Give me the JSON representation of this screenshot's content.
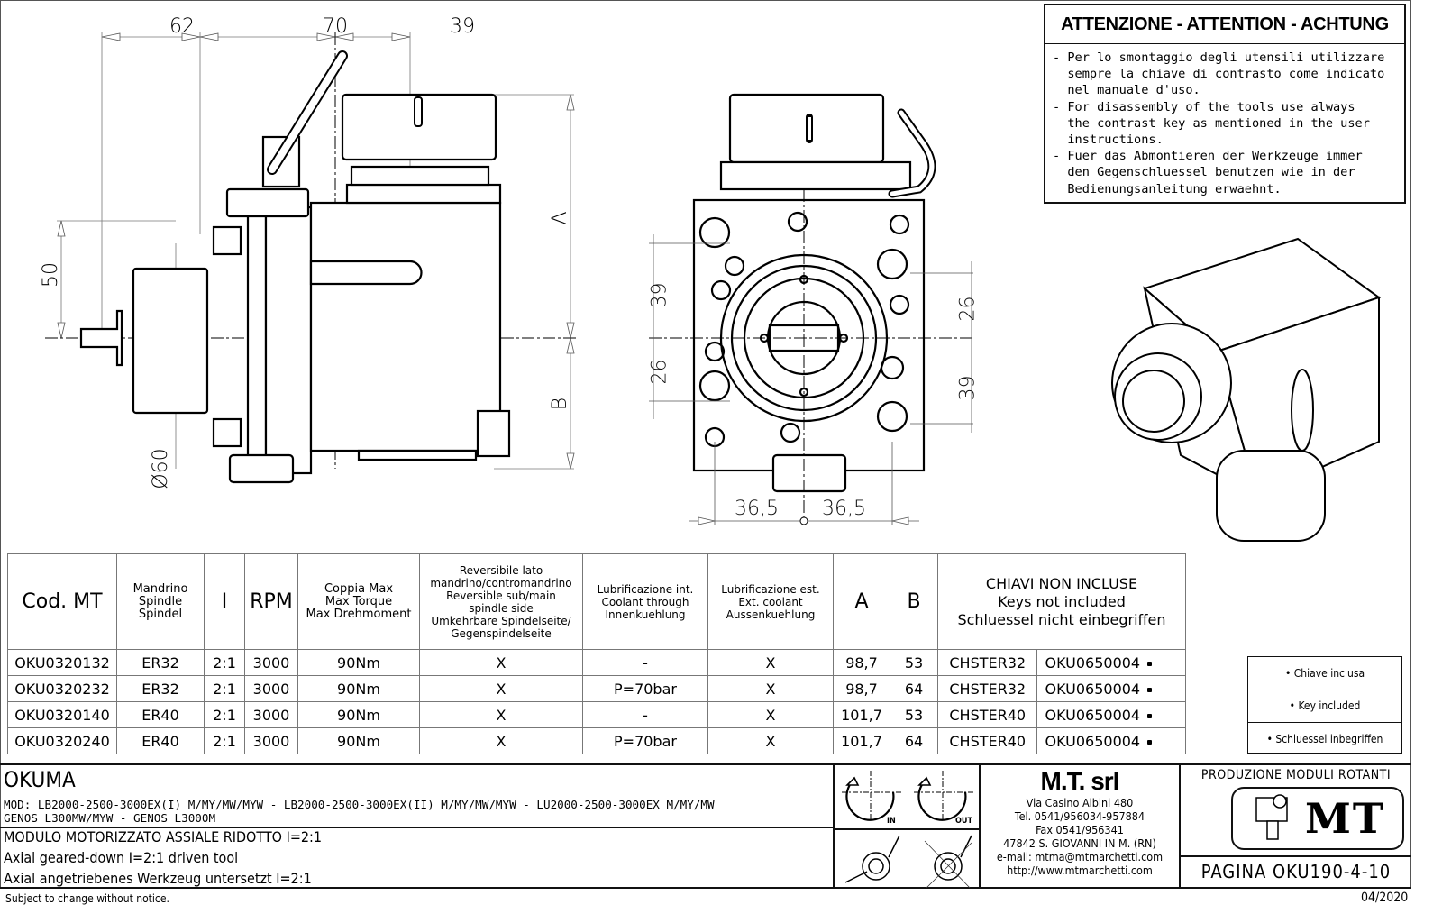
{
  "warning": {
    "title": "ATTENZIONE - ATTENTION - ACHTUNG",
    "lines": [
      "- Per lo smontaggio degli utensili utilizzare",
      "  sempre la chiave di contrasto come indicato",
      "  nel manuale d'uso.",
      "- For disassembly of the tools use always",
      "  the contrast key as mentioned in the user",
      "  instructions.",
      "- Fuer das Abmontieren der Werkzeuge immer",
      "  den Gegenschluessel benutzen wie in der",
      "  Bedienungsanleitung erwaehnt."
    ]
  },
  "drawing": {
    "side_view": {
      "dims_top": [
        "62",
        "70",
        "39"
      ],
      "dim_left": "50",
      "dim_diameter": "Ø60",
      "label_a": "A",
      "label_b": "B"
    },
    "front_view": {
      "dims_left": [
        "39",
        "26"
      ],
      "dims_right": [
        "26",
        "39"
      ],
      "dims_bottom": [
        "36,5",
        "36,5"
      ]
    }
  },
  "table": {
    "headers": [
      "Cod. MT",
      "Mandrino\nSpindle\nSpindel",
      "I",
      "RPM",
      "Coppia Max\nMax Torque\nMax Drehmoment",
      "Reversibile lato\nmandrino/contromandrino\nReversible sub/main\nspindle side\nUmkehrbare Spindelseite/\nGegenspindelseite",
      "Lubrificazione int.\nCoolant through\nInnenkuehlung",
      "Lubrificazione est.\nExt. coolant\nAussenkuehlung",
      "A",
      "B",
      "CHIAVI NON INCLUSE\nKeys not included\nSchluessel nicht einbegriffen"
    ],
    "rows": [
      {
        "code": "OKU0320132",
        "spindle": "ER32",
        "ratio": "2:1",
        "rpm": "3000",
        "torque": "90Nm",
        "reversible": "X",
        "coolant_int": "-",
        "coolant_ext": "X",
        "a": "98,7",
        "b": "53",
        "key1": "CHSTER32",
        "key2": "OKU0650004"
      },
      {
        "code": "OKU0320232",
        "spindle": "ER32",
        "ratio": "2:1",
        "rpm": "3000",
        "torque": "90Nm",
        "reversible": "X",
        "coolant_int": "P=70bar",
        "coolant_ext": "X",
        "a": "98,7",
        "b": "64",
        "key1": "CHSTER32",
        "key2": "OKU0650004"
      },
      {
        "code": "OKU0320140",
        "spindle": "ER40",
        "ratio": "2:1",
        "rpm": "3000",
        "torque": "90Nm",
        "reversible": "X",
        "coolant_int": "-",
        "coolant_ext": "X",
        "a": "101,7",
        "b": "53",
        "key1": "CHSTER40",
        "key2": "OKU0650004"
      },
      {
        "code": "OKU0320240",
        "spindle": "ER40",
        "ratio": "2:1",
        "rpm": "3000",
        "torque": "90Nm",
        "reversible": "X",
        "coolant_int": "P=70bar",
        "coolant_ext": "X",
        "a": "101,7",
        "b": "64",
        "key1": "CHSTER40",
        "key2": "OKU0650004"
      }
    ]
  },
  "key_legend": [
    "• Chiave inclusa",
    "• Key included",
    "• Schluessel inbegriffen"
  ],
  "title_block": {
    "brand": "OKUMA",
    "models_line1": "MOD: LB2000-2500-3000EX(I) M/MY/MW/MYW - LB2000-2500-3000EX(II) M/MY/MW/MYW - LU2000-2500-3000EX M/MY/MW",
    "models_line2": "GENOS L300MW/MYW - GENOS L3000M",
    "desc_it": "MODULO MOTORIZZATO ASSIALE RIDOTTO I=2:1",
    "desc_en": "Axial geared-down I=2:1 driven tool",
    "desc_de": "Axial angetriebenes Werkzeug untersetzt I=2:1",
    "rotation_in": "IN",
    "rotation_out": "OUT",
    "company": {
      "name": "M.T. srl",
      "address": "Via Casino Albini 480",
      "tel": "Tel. 0541/956034-957884",
      "fax": "Fax 0541/956341",
      "city": "47842 S. GIOVANNI IN M. (RN)",
      "email": "e-mail: mtma@mtmarchetti.com",
      "web": "http://www.mtmarchetti.com"
    },
    "production": "PRODUZIONE MODULI ROTANTI",
    "logo_text": "MT",
    "page": "PAGINA OKU190-4-10"
  },
  "footer": {
    "note": "Subject to change without notice.",
    "date": "04/2020"
  }
}
